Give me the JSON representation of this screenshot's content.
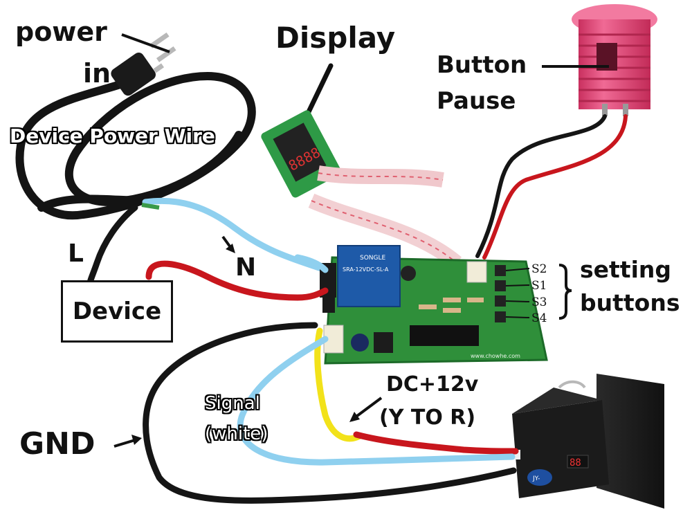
{
  "labels": {
    "power": "power",
    "in": "in",
    "device_power_wire": "Device Power Wire",
    "display": "Display",
    "button": "Button",
    "pause": "Pause",
    "L": "L",
    "N": "N",
    "device": "Device",
    "setting": "setting",
    "buttons": "buttons",
    "dc12v": "DC+12v",
    "y_to_r": "(Y TO R)",
    "signal": "Signal",
    "white": "(white)",
    "gnd": "GND"
  },
  "board": {
    "relay_brand": "SONGLE",
    "relay_model": "SRA-12VDC-SL-A",
    "website": "www.chowhe.com",
    "switch_labels": [
      "S2",
      "S1",
      "S3",
      "S4"
    ]
  },
  "coin_acceptor": {
    "badge": "JY-",
    "display_digits": "88"
  },
  "display_module": {
    "digits": "8888"
  },
  "colors": {
    "wire_red": "#c8161d",
    "wire_blue": "#8fd0ef",
    "wire_black": "#151515",
    "wire_yellow": "#f2e21a",
    "board_green": "#2f8f3a",
    "relay_blue": "#1e5aa8",
    "button_pink": "#e8457a"
  }
}
